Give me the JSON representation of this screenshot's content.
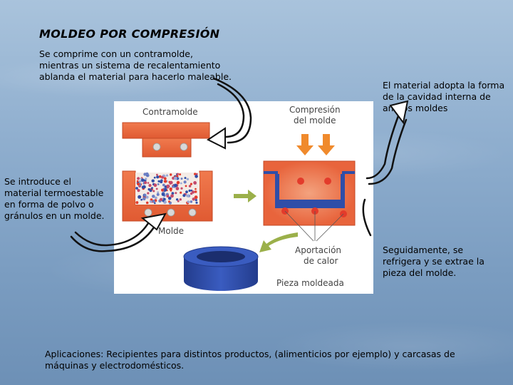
{
  "title": "MOLDEO POR COMPRESIÓN",
  "intro_text": "Se comprime con un contramolde, mientras un sistema de recalentamiento ablanda el material para hacerlo maleable.",
  "adopt_text": "El material adopta la forma de la cavidad interna de ambos moldes",
  "introduce_text": "Se introduce el material termoestable en forma de polvo o gránulos en un molde.",
  "cool_text": "Seguidamente, se refrigera y se extrae la pieza del molde.",
  "applications_text": "Aplicaciones: Recipientes para distintos productos, (alimenticios por ejemplo) y carcasas de máquinas y electrodomésticos.",
  "diagram": {
    "contramolde": "Contramolde",
    "compresion_1": "Compresión",
    "compresion_2": "del molde",
    "molde": "Molde",
    "aportacion_1": "Aportación",
    "aportacion_2": "de calor",
    "pieza": "Pieza moldeada"
  },
  "colors": {
    "mold_orange": "#e8643c",
    "arrow_orange": "#f08a2c",
    "material_blue": "#2f4ea8",
    "dot_red": "#e33b2b",
    "arrow_green": "#9bb04a"
  }
}
